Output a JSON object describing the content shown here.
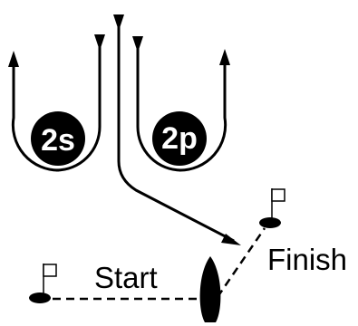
{
  "badges": {
    "left": "2s",
    "right": "2p"
  },
  "labels": {
    "start": "Start",
    "finish": "Finish"
  },
  "colors": {
    "ink": "#000000",
    "background": "#ffffff"
  },
  "icons": {
    "start_mark": "flag-buoy-icon",
    "finish_mark": "flag-buoy-icon",
    "boat": "boat-icon"
  }
}
